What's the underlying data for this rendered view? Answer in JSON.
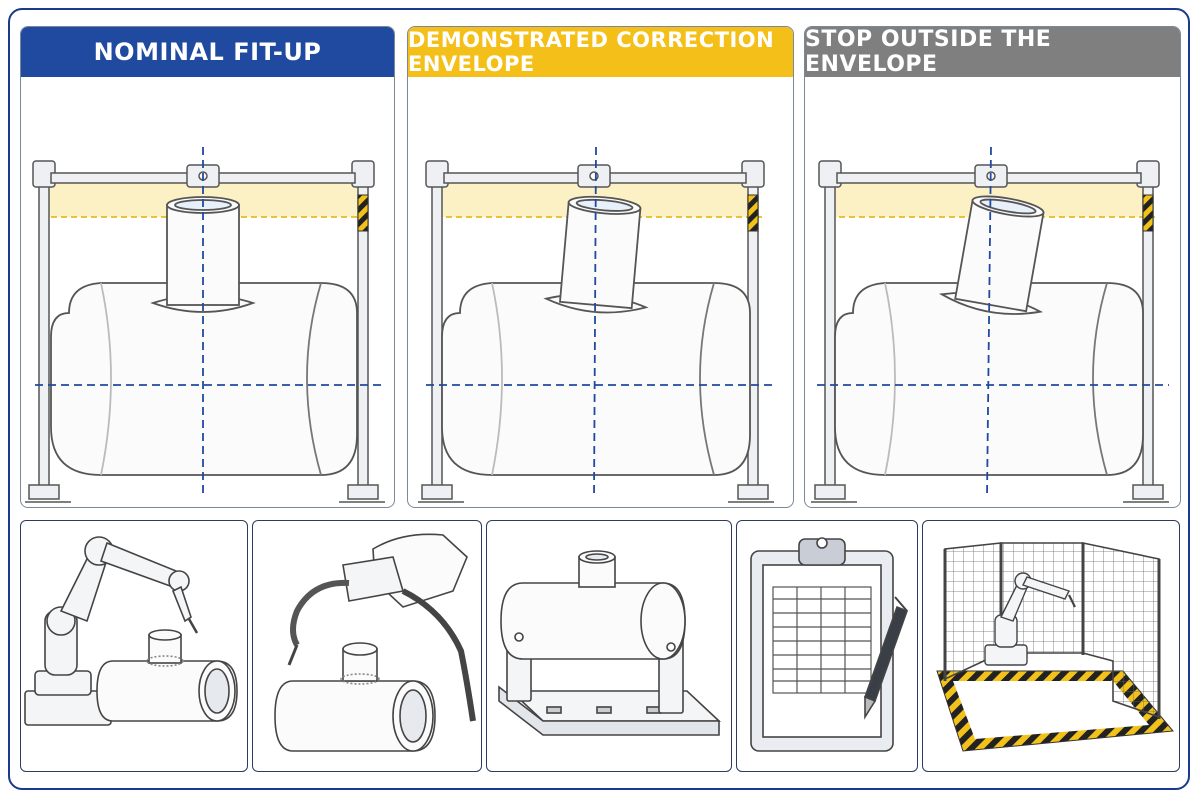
{
  "panels": [
    {
      "title": "NOMINAL FIT-UP",
      "bg": "#1f4aa0",
      "fg": "#ffffff",
      "state": "nominal",
      "tilt_deg": 0
    },
    {
      "title": "DEMONSTRATED CORRECTION ENVELOPE",
      "bg": "#f5bf19",
      "fg": "#ffffff",
      "state": "within-envelope",
      "tilt_deg": 5
    },
    {
      "title": "STOP OUTSIDE THE ENVELOPE",
      "bg": "#7f7f7f",
      "fg": "#ffffff",
      "state": "outside-envelope",
      "tilt_deg": 10
    }
  ],
  "tiles": [
    {
      "subject": "robot-arm-welding-pipe-tee-icon"
    },
    {
      "subject": "manual-welding-torch-icon"
    },
    {
      "subject": "pipe-in-fixture-icon"
    },
    {
      "subject": "clipboard-checklist-icon"
    },
    {
      "subject": "safety-fenced-robot-cell-icon"
    }
  ],
  "colors": {
    "frame": "#1c3a8c",
    "centerline": "#1f4aa0",
    "envelope_band": "#f7d85a",
    "hazard_yellow": "#f2c21a",
    "hazard_black": "#222222"
  }
}
